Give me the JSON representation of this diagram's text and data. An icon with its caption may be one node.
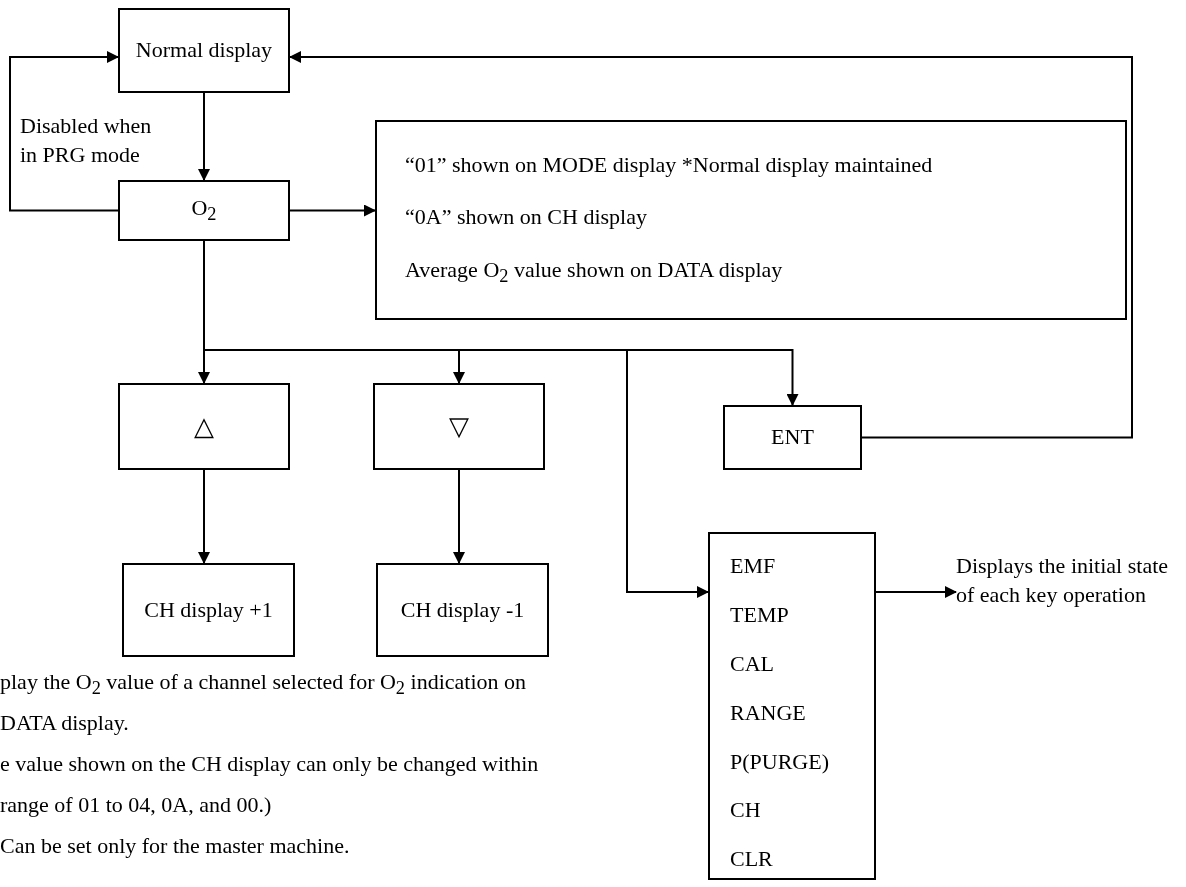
{
  "diagram": {
    "nodes": [
      {
        "text": [
          "Normal display"
        ]
      },
      {
        "text": [
          "O$_{2}$"
        ]
      },
      {
        "text": [
          "“01” shown on MODE display *Normal display maintained",
          "“0A” shown on CH display",
          "Average O$_{2}$ value shown on DATA display"
        ]
      },
      {
        "text": [
          "△"
        ]
      },
      {
        "text": [
          "▽"
        ]
      },
      {
        "text": [
          "ENT"
        ]
      },
      {
        "text": [
          "CH display +1"
        ]
      },
      {
        "text": [
          "CH display -1"
        ]
      },
      {
        "text": [
          "EMF",
          "TEMP",
          "CAL",
          "RANGE",
          "P(PURGE)",
          "CH",
          "CLR"
        ]
      },
      {
        "text": [
          "Displays the initial state of each key operation"
        ]
      }
    ],
    "edges": [
      {
        "from": 0,
        "to": 1,
        "arrow": "to"
      },
      {
        "from": 1,
        "to": 0,
        "arrow": "to",
        "label": "Disabled when in PRG mode"
      },
      {
        "from": 1,
        "to": 2,
        "arrow": "to"
      },
      {
        "from": 1,
        "to": 3,
        "arrow": "to"
      },
      {
        "from": 1,
        "to": 4,
        "arrow": "to"
      },
      {
        "from": 1,
        "to": 5,
        "arrow": "to"
      },
      {
        "from": 1,
        "to": 8,
        "arrow": "to"
      },
      {
        "from": 5,
        "to": 0,
        "arrow": "to"
      },
      {
        "from": 3,
        "to": 6,
        "arrow": "to"
      },
      {
        "from": 4,
        "to": 7,
        "arrow": "to"
      },
      {
        "from": 8,
        "to": 9,
        "arrow": "to"
      }
    ],
    "labels": [
      "play the O$_{2}$ value of a channel selected for O$_{2}$ indication on",
      "DATA display.",
      "e value shown on the CH display can only be changed within",
      "range of 01 to 04, 0A, and 00.)",
      "Can be set only for the master machine."
    ]
  }
}
